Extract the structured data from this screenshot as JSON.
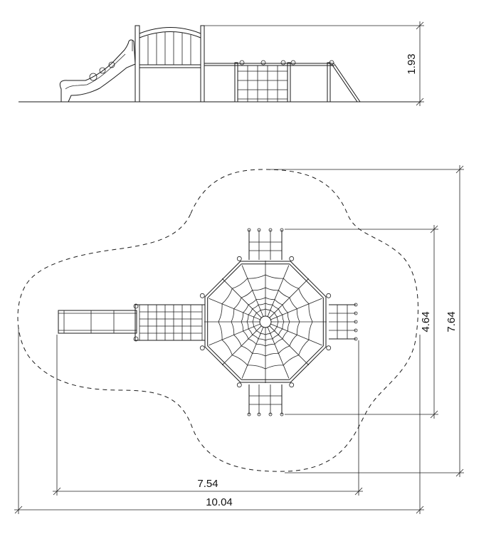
{
  "dimensions": {
    "side_height": "1.93",
    "plan_inner_height": "4.64",
    "plan_outer_height": "7.64",
    "plan_inner_width": "7.54",
    "plan_outer_width": "10.04"
  }
}
